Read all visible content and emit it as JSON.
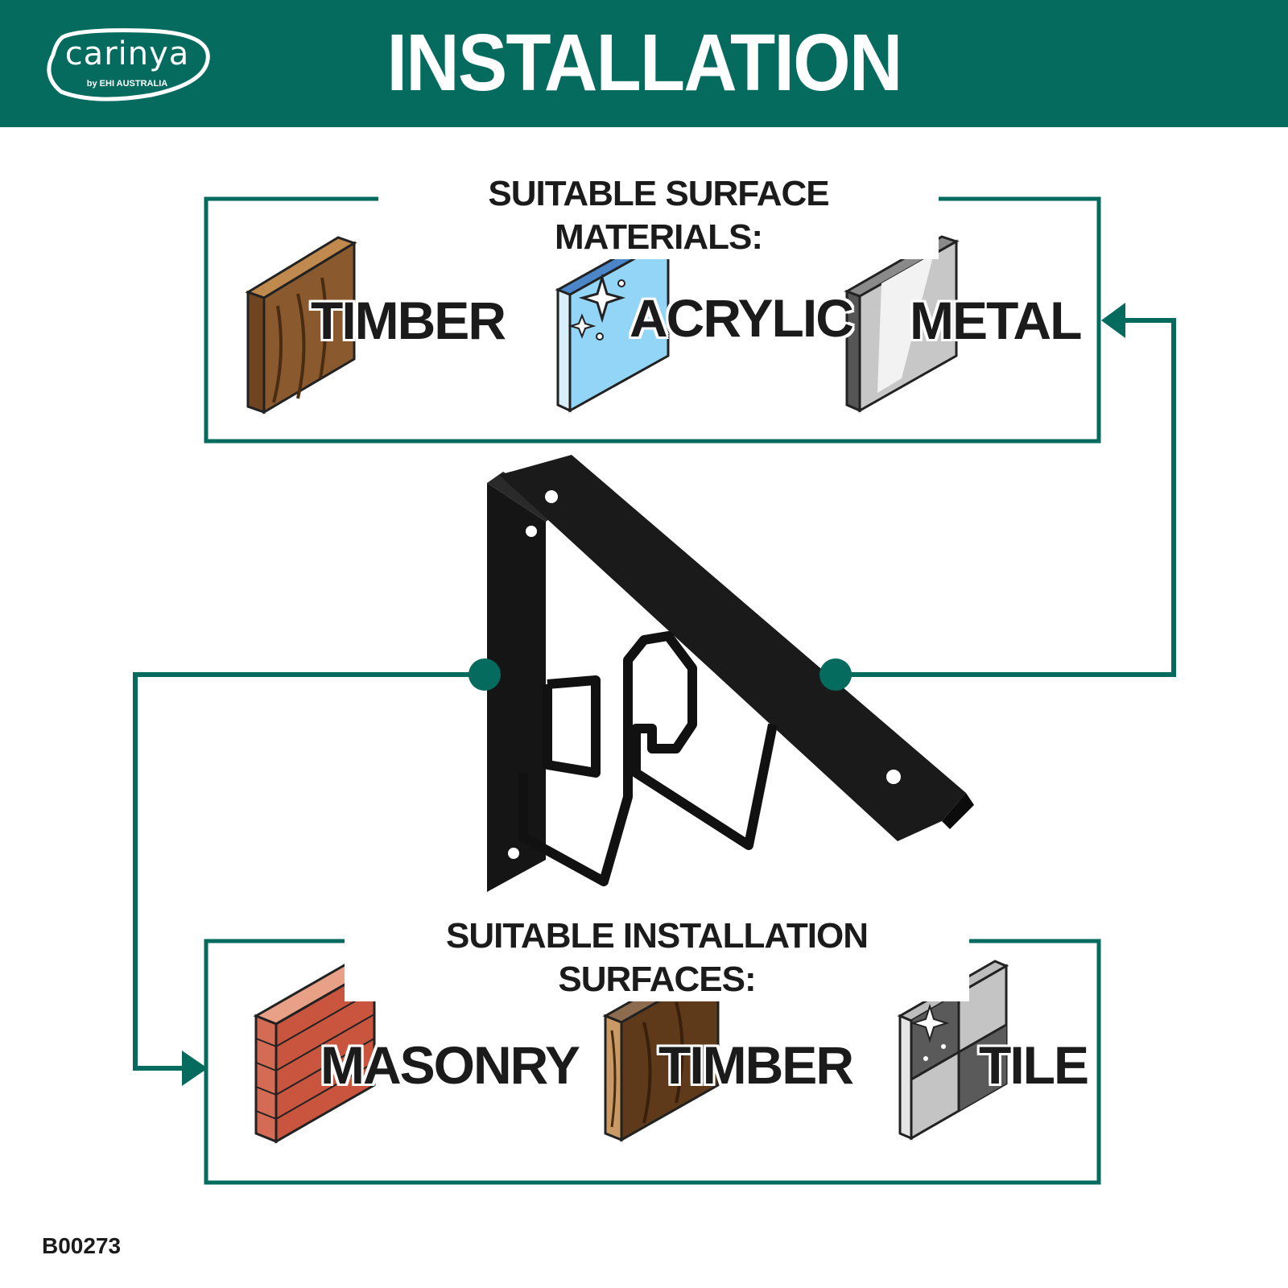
{
  "header": {
    "brand": "carinya",
    "brand_sub": "by EHI AUSTRALIA",
    "title": "INSTALLATION"
  },
  "materials": {
    "heading": "SUITABLE SURFACE MATERIALS:",
    "items": [
      {
        "label": "TIMBER",
        "icon": "timber-block-icon"
      },
      {
        "label": "ACRYLIC",
        "icon": "acrylic-panel-icon"
      },
      {
        "label": "METAL",
        "icon": "metal-plate-icon"
      }
    ]
  },
  "surfaces": {
    "heading": "SUITABLE INSTALLATION SURFACES:",
    "items": [
      {
        "label": "MASONRY",
        "icon": "brick-wall-icon"
      },
      {
        "label": "TIMBER",
        "icon": "timber-wall-icon"
      },
      {
        "label": "TILE",
        "icon": "tile-wall-icon"
      }
    ]
  },
  "product_code": "B00273",
  "colors": {
    "brand_green": "#046b5e",
    "text": "#1b1b1b",
    "bracket": "#121212"
  }
}
